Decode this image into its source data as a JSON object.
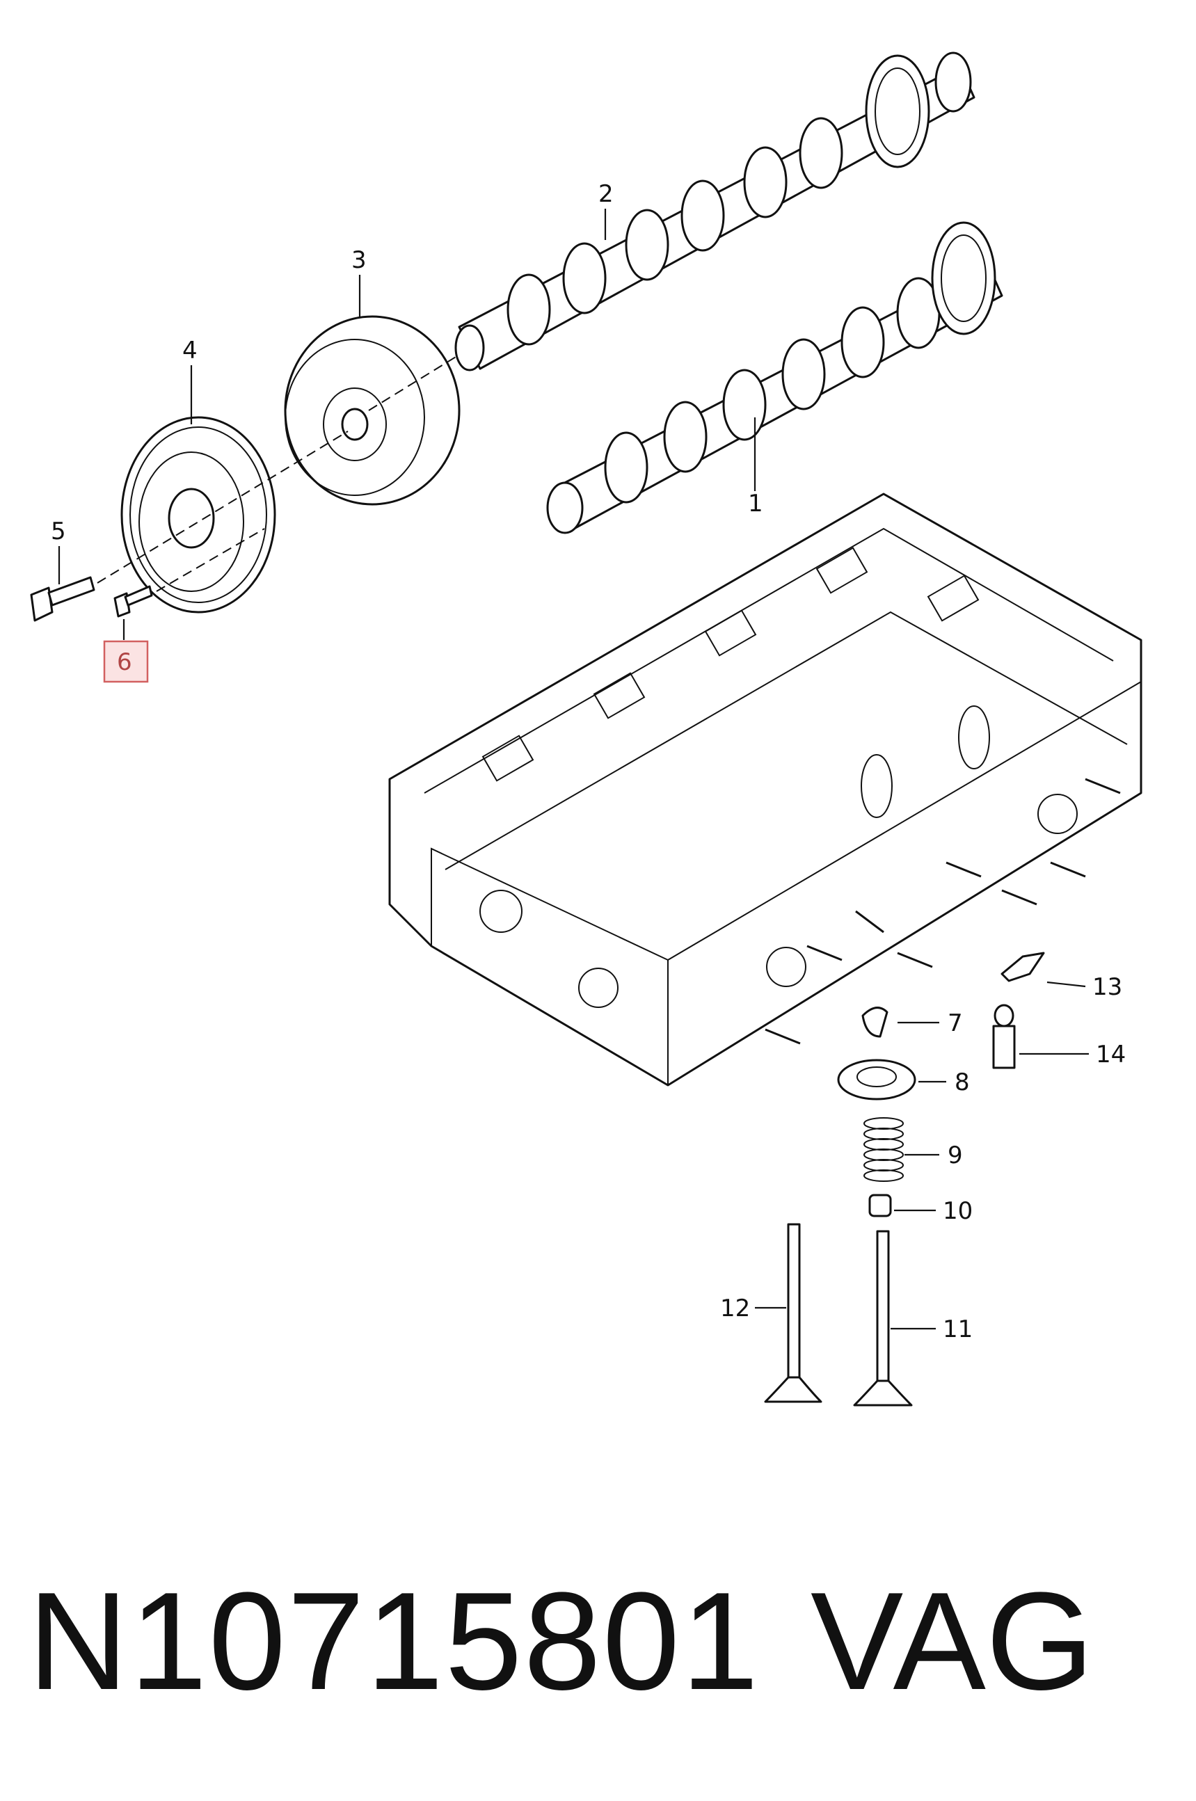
{
  "callouts": {
    "c1": "1",
    "c2": "2",
    "c3": "3",
    "c4": "4",
    "c5": "5",
    "c6": "6",
    "c7": "7",
    "c8": "8",
    "c9": "9",
    "c10": "10",
    "c11": "11",
    "c12": "12",
    "c13": "13",
    "c14": "14"
  },
  "highlighted_callout": "6",
  "highlight_color": "#d26060",
  "footer": {
    "part_number": "N10715801",
    "brand": "VAG"
  }
}
